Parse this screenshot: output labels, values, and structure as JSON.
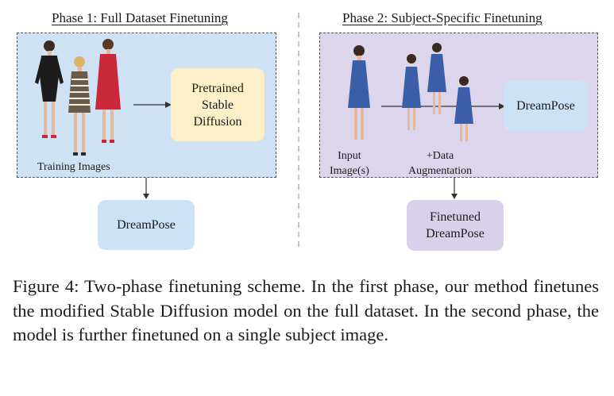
{
  "phase1": {
    "title": "Phase 1: Full Dataset Finetuning",
    "training_label": "Training Images",
    "pretrained_lines": [
      "Pretrained",
      "Stable",
      "Diffusion"
    ],
    "output_label": "DreamPose"
  },
  "phase2": {
    "title": "Phase 2: Subject-Specific Finetuning",
    "input_label_lines": [
      "Input",
      "Image(s)"
    ],
    "augment_label_lines": [
      "+Data",
      "Augmentation"
    ],
    "model_label": "DreamPose",
    "output_lines": [
      "Finetuned",
      "DreamPose"
    ]
  },
  "caption": "Figure 4: Two-phase finetuning scheme. In the first phase, our method finetunes the modified Stable Diffusion model on the full dataset. In the second phase, the model is further finetuned on a single subject image.",
  "colors": {
    "phase1_bg": "#cfe2f3",
    "phase2_bg": "#ddd5ec",
    "pretrained_bg": "#fdf0c8",
    "dreampose_bg": "#cde3f5",
    "finetuned_bg": "#d9d0ea",
    "dress_black": "#1c1c1c",
    "dress_stripe": "#6b5a4a",
    "dress_red": "#c8283a",
    "dress_blue": "#3b5ea8"
  }
}
